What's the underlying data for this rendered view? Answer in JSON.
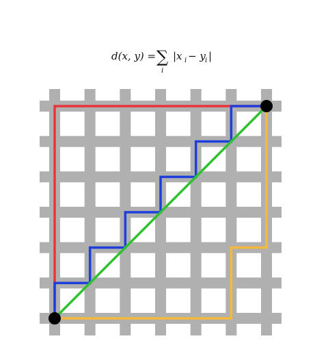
{
  "formula": {
    "lhs": "d(x, y) =",
    "sum_symbol": "∑",
    "sum_index": "i",
    "rhs": "|x",
    "sub_i1": "i",
    "minus": " − y",
    "sub_i2": "i",
    "close": "|"
  },
  "diagram": {
    "grid_color": "#b0b0b0",
    "grid_cells": 6,
    "endpoint_color": "#000000",
    "paths": [
      {
        "id": "red-path",
        "color": "#e8343a",
        "route": "up-then-right"
      },
      {
        "id": "blue-path",
        "color": "#1f3fdc",
        "route": "staircase"
      },
      {
        "id": "green-path",
        "color": "#2ec22e",
        "route": "diagonal"
      },
      {
        "id": "yellow-path",
        "color": "#f5b83a",
        "route": "right-up-right-up"
      }
    ]
  }
}
